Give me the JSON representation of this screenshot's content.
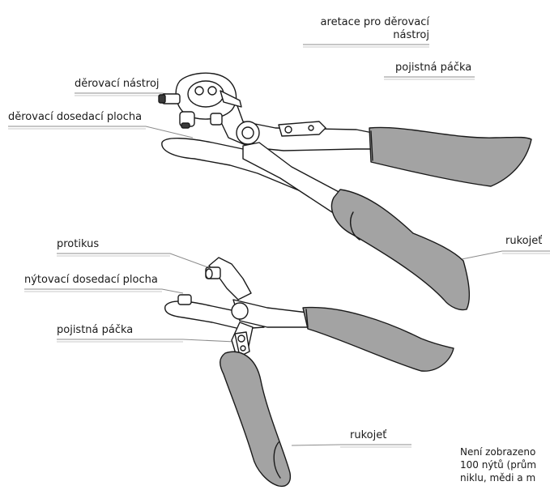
{
  "labels": {
    "aretace_line1": "aretace pro děrovací",
    "aretace_line2": "nástroj",
    "derovaci_nastroj": "děrovací nástroj",
    "pojistna_packa_top": "pojistná páčka",
    "derovaci_dosedaci_plocha": "děrovací dosedací plocha",
    "rukojet_top": "rukojeť",
    "protikus": "protikus",
    "nytovaci_dosedaci_plocha": "nýtovací dosedací plocha",
    "pojistna_packa_bottom": "pojistná páčka",
    "rukojet_bottom": "rukojeť"
  },
  "note": {
    "line1": "Není zobrazeno",
    "line2": "100 nýtů (prům",
    "line3": "niklu, mědi a m"
  },
  "colors": {
    "grip": "#a3a3a3",
    "metal": "#ffffff",
    "outline": "#1a1a1a",
    "leader": "#8c8c8c"
  }
}
